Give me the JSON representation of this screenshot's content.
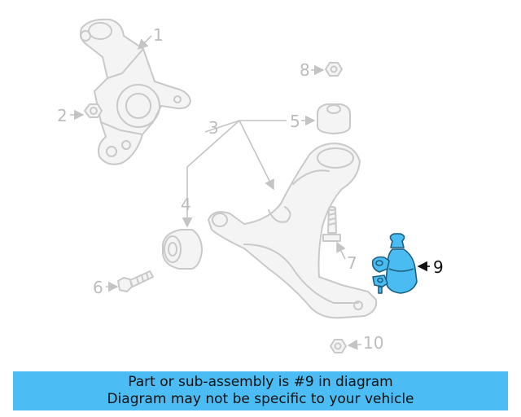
{
  "diagram": {
    "callouts": [
      "1",
      "2",
      "3",
      "4",
      "5",
      "6",
      "7",
      "8",
      "9",
      "10"
    ],
    "highlighted_part": "9",
    "highlight_color": "#4bbcf2",
    "ghost_color": "#c9c9c9"
  },
  "banner": {
    "line1": "Part or sub-assembly is #9 in diagram",
    "line2": "Diagram may not be specific to your vehicle",
    "background": "#4cbcf4"
  }
}
